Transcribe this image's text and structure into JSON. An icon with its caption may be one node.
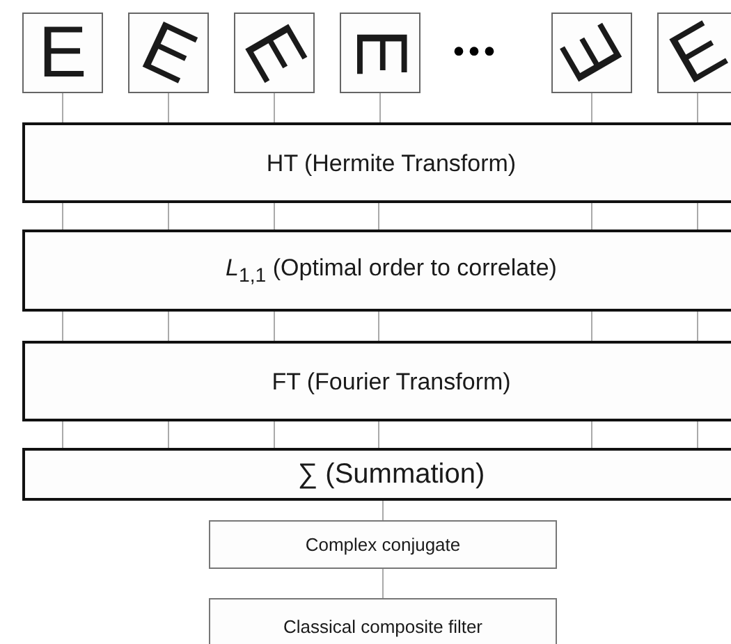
{
  "diagram": {
    "nodes": [
      {
        "text": [
          "E"
        ]
      },
      {
        "text": [
          "E"
        ]
      },
      {
        "text": [
          "E"
        ]
      },
      {
        "text": [
          "E"
        ]
      },
      {
        "text": [
          "E"
        ]
      },
      {
        "text": [
          "E"
        ]
      },
      {
        "text": [
          "HT (Hermite Transform)"
        ]
      },
      {
        "text": [
          "*L*$_{1,1}$ (Optimal order to correlate)"
        ]
      },
      {
        "text": [
          "FT (Fourier Transform)"
        ]
      },
      {
        "text": [
          "∑ (Summation)"
        ]
      },
      {
        "text": [
          "Complex conjugate"
        ]
      },
      {
        "text": [
          "Classical composite filter"
        ]
      }
    ],
    "edges": [
      {
        "from": 0,
        "to": 6,
        "arrow": "none"
      },
      {
        "from": 1,
        "to": 6,
        "arrow": "none"
      },
      {
        "from": 2,
        "to": 6,
        "arrow": "none"
      },
      {
        "from": 3,
        "to": 6,
        "arrow": "none"
      },
      {
        "from": 4,
        "to": 6,
        "arrow": "none"
      },
      {
        "from": 5,
        "to": 6,
        "arrow": "none"
      },
      {
        "from": 6,
        "to": 7,
        "arrow": "none"
      },
      {
        "from": 6,
        "to": 7,
        "arrow": "none"
      },
      {
        "from": 6,
        "to": 7,
        "arrow": "none"
      },
      {
        "from": 6,
        "to": 7,
        "arrow": "none"
      },
      {
        "from": 6,
        "to": 7,
        "arrow": "none"
      },
      {
        "from": 6,
        "to": 7,
        "arrow": "none"
      },
      {
        "from": 7,
        "to": 8,
        "arrow": "none"
      },
      {
        "from": 7,
        "to": 8,
        "arrow": "none"
      },
      {
        "from": 7,
        "to": 8,
        "arrow": "none"
      },
      {
        "from": 7,
        "to": 8,
        "arrow": "none"
      },
      {
        "from": 7,
        "to": 8,
        "arrow": "none"
      },
      {
        "from": 7,
        "to": 8,
        "arrow": "none"
      },
      {
        "from": 8,
        "to": 9,
        "arrow": "none"
      },
      {
        "from": 8,
        "to": 9,
        "arrow": "none"
      },
      {
        "from": 8,
        "to": 9,
        "arrow": "none"
      },
      {
        "from": 8,
        "to": 9,
        "arrow": "none"
      },
      {
        "from": 8,
        "to": 9,
        "arrow": "none"
      },
      {
        "from": 8,
        "to": 9,
        "arrow": "none"
      },
      {
        "from": 9,
        "to": 10,
        "arrow": "none"
      },
      {
        "from": 10,
        "to": 11,
        "arrow": "none"
      }
    ],
    "labels": [
      "•••"
    ]
  }
}
